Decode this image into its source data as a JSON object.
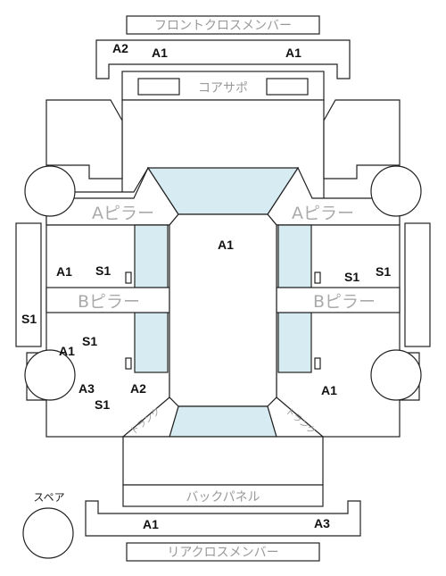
{
  "labels": {
    "front_cross_member": "フロントクロスメンバー",
    "core_support": "コアサポ",
    "a_pillar_left": "Aピラー",
    "a_pillar_right": "Aピラー",
    "b_pillar_left": "Bピラー",
    "b_pillar_right": "Bピラー",
    "back_panel": "バックパネル",
    "rear_cross_member": "リアクロスメンバー",
    "spare": "スペア",
    "trunk_left": "トランク",
    "trunk_right": "トランク"
  },
  "codes": {
    "front_a2": "A2",
    "front_a1_left": "A1",
    "front_a1_right": "A1",
    "roof_a1": "A1",
    "left_a1": "A1",
    "left_s1_inner": "S1",
    "right_s1_inner": "S1",
    "right_s1_outer": "S1",
    "left_rocker_s1": "S1",
    "left_rear_s1": "S1",
    "left_rear_a1": "A1",
    "left_a3": "A3",
    "left_a2": "A2",
    "left_bottom_s1": "S1",
    "right_rear_a1": "A1",
    "rear_a1": "A1",
    "rear_a3": "A3"
  }
}
